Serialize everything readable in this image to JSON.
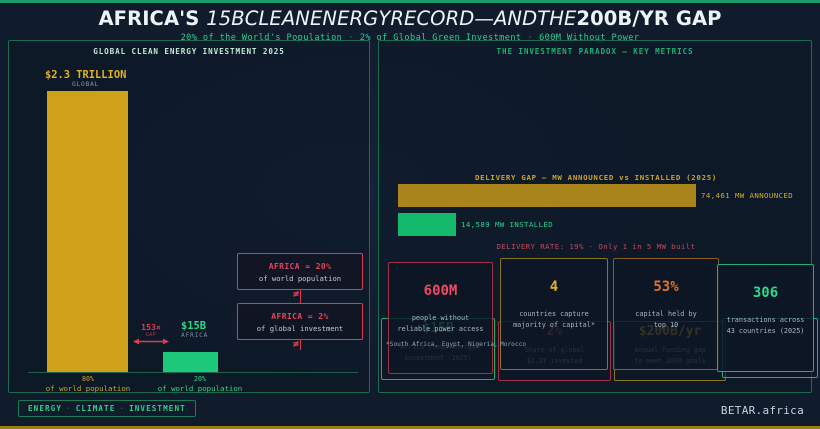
{
  "header": {
    "title_prefix": "AFRICA'S ",
    "title_math": "15BCLEANENERGYRECORD—ANDTHE",
    "title_suffix": "200B/YR GAP",
    "subtitle_1": "20% of the World's Population",
    "subtitle_2": "2% of Global Green Investment",
    "subtitle_3": "600M Without Power"
  },
  "left_panel": {
    "heading": "GLOBAL CLEAN ENERGY INVESTMENT 2025",
    "global_value": "$2.3 TRILLION",
    "global_sublabel": "GLOBAL",
    "africa_value": "$15B",
    "africa_sublabel": "AFRICA",
    "gap_value": "153×",
    "gap_sublabel": "GAP",
    "tick_global_pct": "80%",
    "tick_global_sub": "of world population",
    "tick_africa_pct": "20%",
    "tick_africa_sub": "of world population",
    "annotations": [
      {
        "title": "AFRICA = 20%",
        "sub": "of world population",
        "neq": "≠"
      },
      {
        "title": "AFRICA = 2%",
        "sub": "of global investment",
        "neq": "≠"
      }
    ]
  },
  "right_panel": {
    "heading": "THE INVESTMENT PARADOX — KEY METRICS",
    "delivery_heading": "DELIVERY GAP — MW ANNOUNCED vs INSTALLED (2025)",
    "announced_label": "74,461 MW ANNOUNCED",
    "installed_label": "14,589 MW INSTALLED",
    "delivery_rate": "DELIVERY RATE: 19%  ·  Only 1 in 5 MW built",
    "metrics": [
      {
        "value": "600M",
        "desc": "people without\nreliable power access"
      },
      {
        "value": "4",
        "desc": "countries capture\nmajority of capital*"
      },
      {
        "value": "53%",
        "desc": "capital held by\ntop 10"
      },
      {
        "value": "306",
        "desc": "transactions across\n43 countries (2025)"
      }
    ],
    "overlay_cards": [
      {
        "value": "$15B",
        "desc": "Africa clean energy\ninvestment (2025)"
      },
      {
        "value": "2%",
        "desc": "Share of global\n$2.3T invested"
      },
      {
        "value": "$200B/yr",
        "desc": "Annual funding gap\nto meet 2030 goals"
      },
      {
        "value": "",
        "desc": ""
      }
    ],
    "footnote_left": "*South Africa, Egypt, Nigeria,",
    "footnote_right": "Morocco"
  },
  "footer": {
    "tag_1": "ENERGY",
    "tag_2": "CLIMATE",
    "tag_3": "INVESTMENT",
    "brand": "BETAR.africa"
  },
  "chart_data": [
    {
      "type": "bar",
      "title": "GLOBAL CLEAN ENERGY INVESTMENT 2025",
      "categories": [
        "GLOBAL",
        "AFRICA"
      ],
      "values": [
        2300,
        15
      ],
      "value_labels": [
        "$2.3 TRILLION",
        "$15B"
      ],
      "unit": "USD billions",
      "ratio": "153×",
      "xlabel": "",
      "ylabel": "",
      "ylim": [
        0,
        2300
      ],
      "grid": false,
      "legend": false,
      "tick_labels": [
        "80%\nof world population",
        "20%\nof world population"
      ],
      "colors": [
        "#cfa019",
        "#1fc97b"
      ]
    },
    {
      "type": "bar",
      "orientation": "horizontal",
      "title": "DELIVERY GAP — MW ANNOUNCED vs INSTALLED (2025)",
      "categories": [
        "ANNOUNCED",
        "INSTALLED"
      ],
      "values": [
        74461,
        14589
      ],
      "value_labels": [
        "74,461 MW ANNOUNCED",
        "14,589 MW INSTALLED"
      ],
      "unit": "MW",
      "annotation": "DELIVERY RATE: 19%  ·  Only 1 in 5 MW built",
      "xlim": [
        0,
        74461
      ],
      "grid": false,
      "legend": false,
      "colors": [
        "#a8841a",
        "#13b86a"
      ]
    },
    {
      "type": "table",
      "title": "THE INVESTMENT PARADOX — KEY METRICS",
      "columns": [
        "value",
        "description"
      ],
      "rows": [
        [
          "600M",
          "people without reliable power access"
        ],
        [
          "4",
          "countries capture majority of capital*"
        ],
        [
          "53%",
          "capital held by top 10"
        ],
        [
          "306",
          "transactions across 43 countries (2025)"
        ]
      ]
    }
  ]
}
